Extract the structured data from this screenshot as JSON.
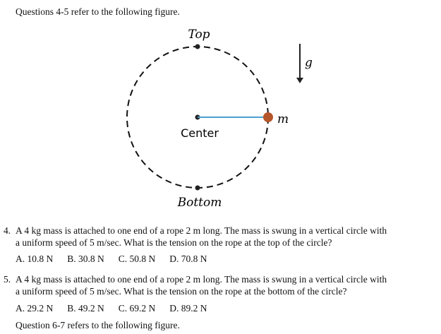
{
  "intro": "Questions 4-5 refer to the following figure.",
  "figure": {
    "top": "Top",
    "bottom": "Bottom",
    "center": "Center",
    "mass": "m",
    "gravity": "g"
  },
  "questions": [
    {
      "num": "4.",
      "line1": "A 4 kg mass is attached to one end of a rope 2 m long. The mass is swung in a vertical circle with",
      "line2": "a uniform speed of 5 m/sec. What is the tension on the rope at the top of the circle?",
      "answers": [
        "A. 10.8 N",
        "B. 30.8 N",
        "C. 50.8 N",
        "D. 70.8 N"
      ]
    },
    {
      "num": "5.",
      "line1": "A 4 kg mass is attached to one end of a rope 2 m long. The mass is swung in a vertical circle with",
      "line2": "a uniform speed of 5 m/sec. What is the tension on the rope at the bottom of the circle?",
      "answers": [
        "A. 29.2 N",
        "B. 49.2 N",
        "C. 69.2 N",
        "D. 89.2 N"
      ]
    }
  ],
  "footer": "Question 6-7 refers to the following figure."
}
